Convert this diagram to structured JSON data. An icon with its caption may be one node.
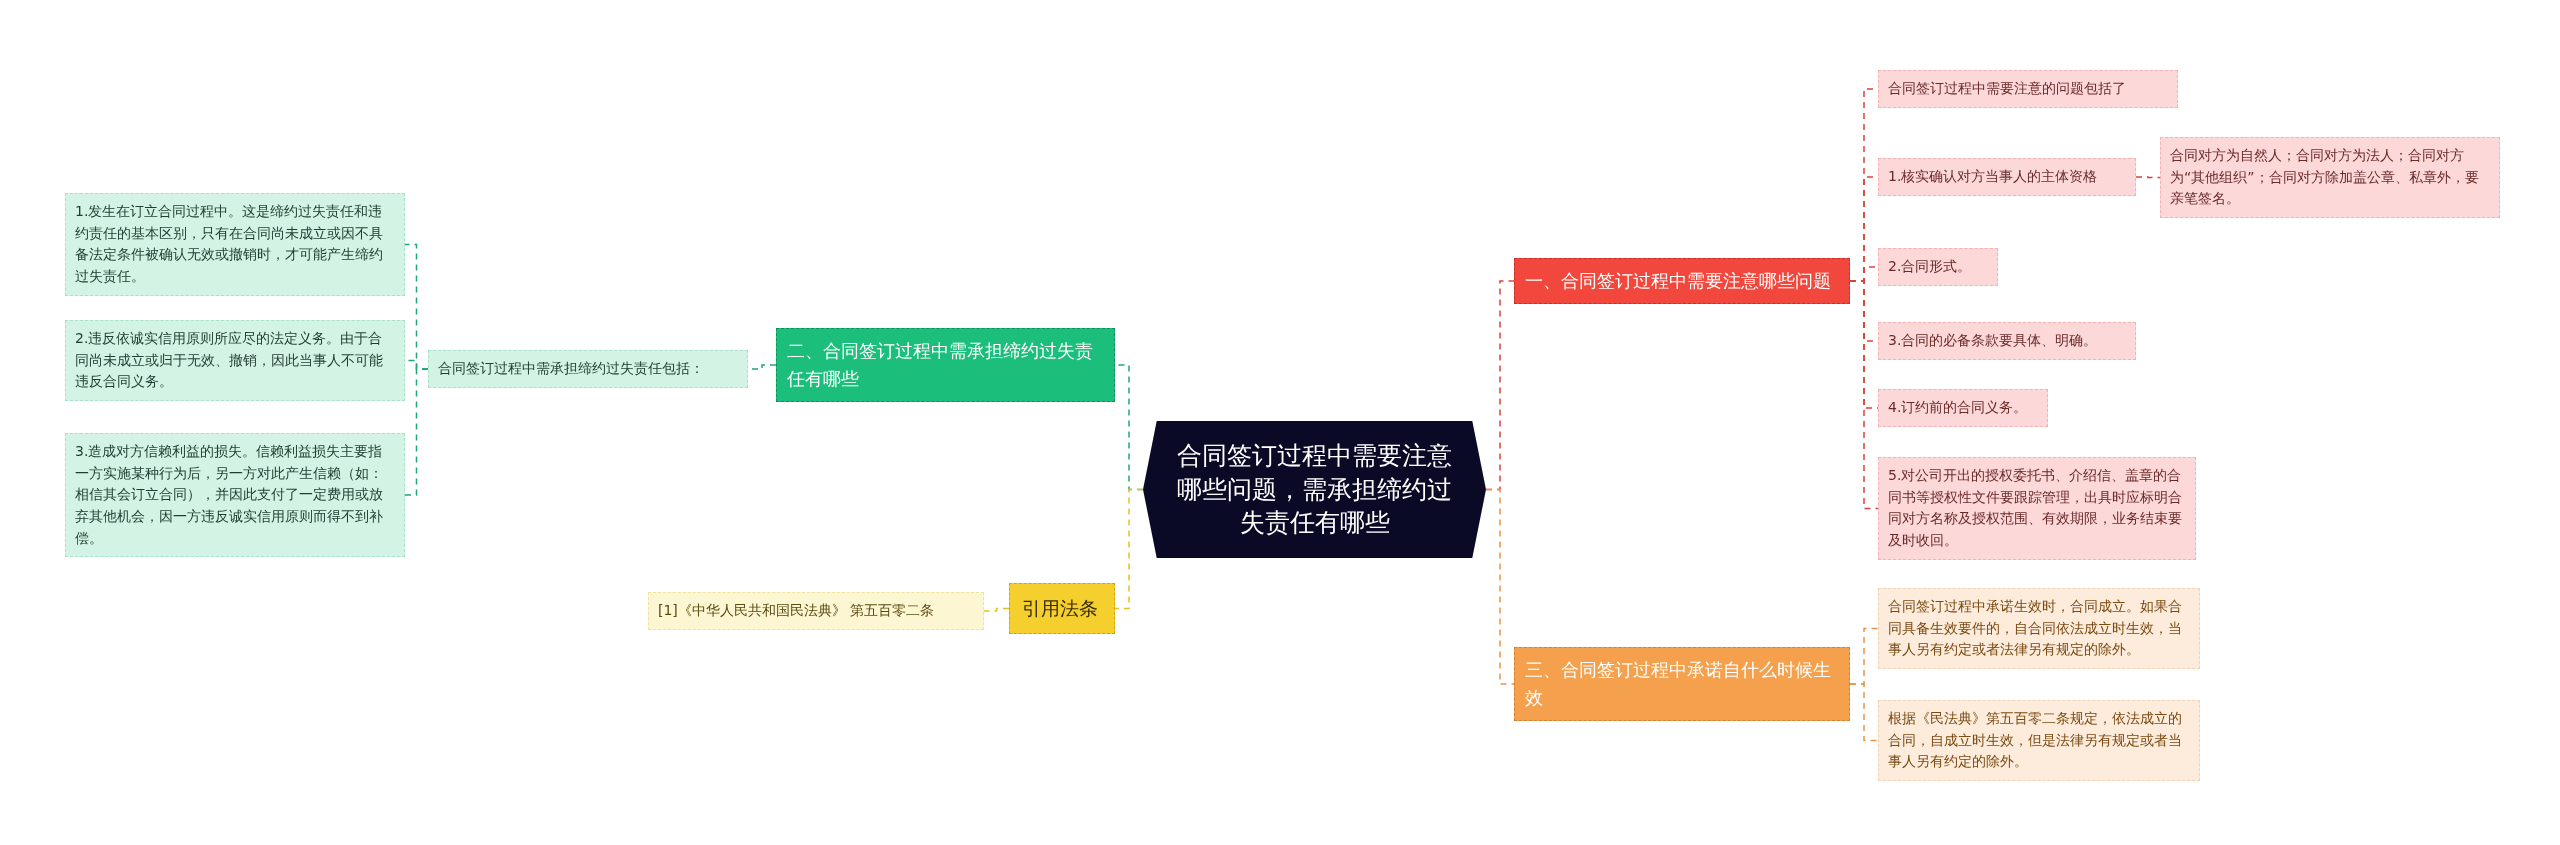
{
  "diagram": {
    "nodes": [
      {
        "text": [
          "合同签订过程中需要注意哪些问题，需承担缔约过失责任有哪些"
        ]
      },
      {
        "text": [
          "一、合同签订过程中需要注意哪些问题"
        ]
      },
      {
        "text": [
          "合同签订过程中需要注意的问题包括了"
        ]
      },
      {
        "text": [
          "1.核实确认对方当事人的主体资格"
        ]
      },
      {
        "text": [
          "合同对方为自然人；合同对方为法人；合同对方为“其他组织”；合同对方除加盖公章、私章外，要亲笔签名。"
        ]
      },
      {
        "text": [
          "2.合同形式。"
        ]
      },
      {
        "text": [
          "3.合同的必备条款要具体、明确。"
        ]
      },
      {
        "text": [
          "4.订约前的合同义务。"
        ]
      },
      {
        "text": [
          "5.对公司开出的授权委托书、介绍信、盖章的合同书等授权性文件要跟踪管理，出具时应标明合同对方名称及授权范围、有效期限，业务结束要及时收回。"
        ]
      },
      {
        "text": [
          "三、合同签订过程中承诺自什么时候生效"
        ]
      },
      {
        "text": [
          "合同签订过程中承诺生效时，合同成立。如果合同具备生效要件的，自合同依法成立时生效，当事人另有约定或者法律另有规定的除外。"
        ]
      },
      {
        "text": [
          "根据《民法典》第五百零二条规定，依法成立的合同，自成立时生效，但是法律另有规定或者当事人另有约定的除外。"
        ]
      },
      {
        "text": [
          "二、合同签订过程中需承担缔约过失责任有哪些"
        ]
      },
      {
        "text": [
          "合同签订过程中需承担缔约过失责任包括："
        ]
      },
      {
        "text": [
          "1.发生在订立合同过程中。这是缔约过失责任和违约责任的基本区别，只有在合同尚未成立或因不具备法定条件被确认无效或撤销时，才可能产生缔约过失责任。"
        ]
      },
      {
        "text": [
          "2.违反依诚实信用原则所应尽的法定义务。由于合同尚未成立或归于无效、撤销，因此当事人不可能违反合同义务。"
        ]
      },
      {
        "text": [
          "3.造成对方信赖利益的损失。信赖利益损失主要指一方实施某种行为后，另一方对此产生信赖（如：相信其会订立合同），并因此支付了一定费用或放弃其他机会，因一方违反诚实信用原则而得不到补偿。"
        ]
      },
      {
        "text": [
          "引用法条"
        ]
      },
      {
        "text": [
          "[1]《中华人民共和国民法典》 第五百零二条"
        ]
      }
    ],
    "edges": [
      {
        "from": 0,
        "to": 1,
        "arrow": "none",
        "style": "dashed",
        "color": "#d9443a"
      },
      {
        "from": 1,
        "to": 2,
        "arrow": "none",
        "style": "dashed",
        "color": "#d9443a"
      },
      {
        "from": 1,
        "to": 3,
        "arrow": "none",
        "style": "dashed",
        "color": "#d9443a"
      },
      {
        "from": 3,
        "to": 4,
        "arrow": "none",
        "style": "dashed",
        "color": "#d9443a"
      },
      {
        "from": 1,
        "to": 5,
        "arrow": "none",
        "style": "dashed",
        "color": "#d9443a"
      },
      {
        "from": 1,
        "to": 6,
        "arrow": "none",
        "style": "dashed",
        "color": "#d9443a"
      },
      {
        "from": 1,
        "to": 7,
        "arrow": "none",
        "style": "dashed",
        "color": "#d9443a"
      },
      {
        "from": 1,
        "to": 8,
        "arrow": "none",
        "style": "dashed",
        "color": "#d9443a"
      },
      {
        "from": 0,
        "to": 9,
        "arrow": "none",
        "style": "dashed",
        "color": "#e8954a"
      },
      {
        "from": 9,
        "to": 10,
        "arrow": "none",
        "style": "dashed",
        "color": "#e8954a"
      },
      {
        "from": 9,
        "to": 11,
        "arrow": "none",
        "style": "dashed",
        "color": "#e8954a"
      },
      {
        "from": 0,
        "to": 12,
        "arrow": "none",
        "style": "dashed",
        "color": "#1fa874"
      },
      {
        "from": 12,
        "to": 13,
        "arrow": "none",
        "style": "dashed",
        "color": "#1fa874"
      },
      {
        "from": 13,
        "to": 14,
        "arrow": "none",
        "style": "dashed",
        "color": "#1fa874"
      },
      {
        "from": 13,
        "to": 15,
        "arrow": "none",
        "style": "dashed",
        "color": "#1fa874"
      },
      {
        "from": 13,
        "to": 16,
        "arrow": "none",
        "style": "dashed",
        "color": "#1fa874"
      },
      {
        "from": 0,
        "to": 17,
        "arrow": "none",
        "style": "dashed",
        "color": "#e6c020"
      },
      {
        "from": 17,
        "to": 18,
        "arrow": "none",
        "style": "dashed",
        "color": "#e6c020"
      }
    ]
  }
}
